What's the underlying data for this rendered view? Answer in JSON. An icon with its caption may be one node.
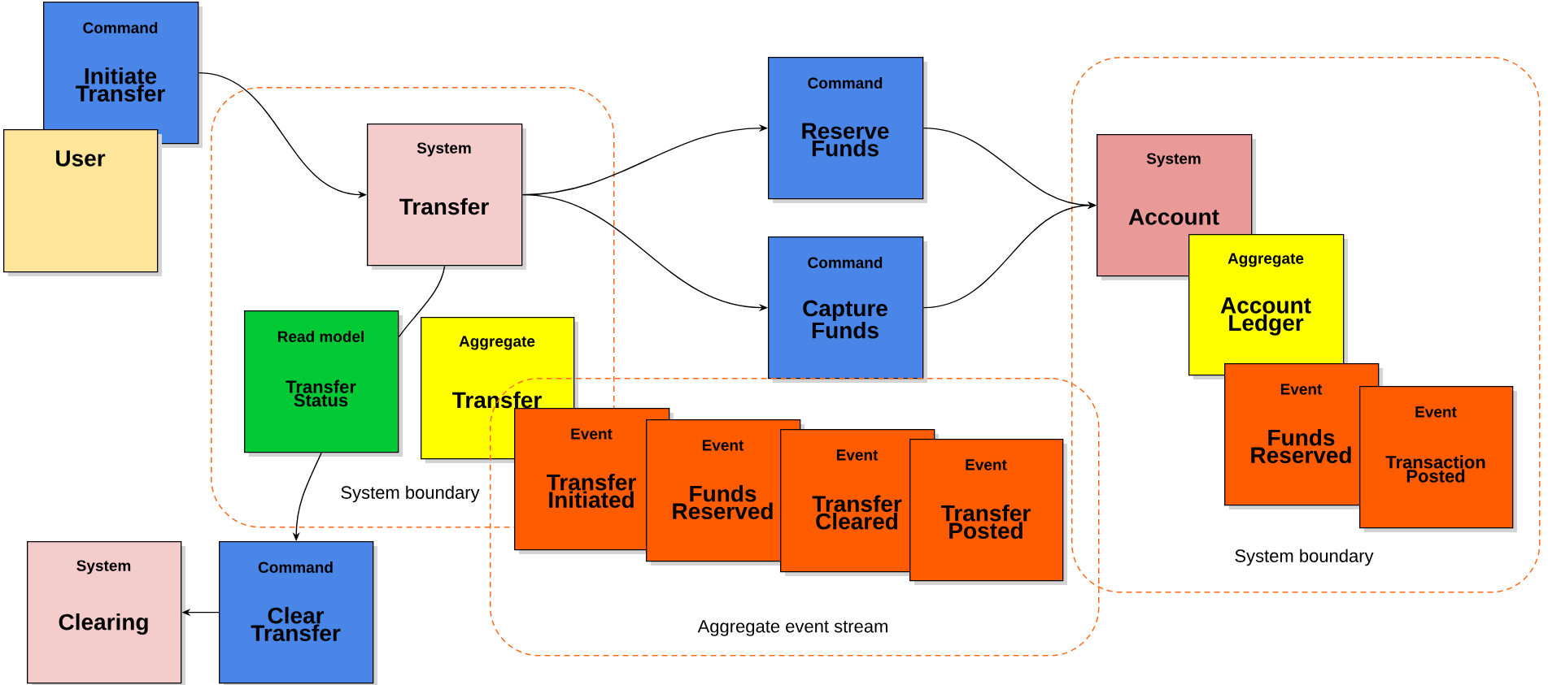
{
  "diagram": {
    "nodes": [
      {
        "text": [
          "Command",
          "Initiate Transfer"
        ]
      },
      {
        "text": [
          "User"
        ]
      },
      {
        "text": [
          "System boundary"
        ]
      },
      {
        "text": [
          "System",
          "Transfer"
        ],
        "in": 2
      },
      {
        "text": [
          "Read model",
          "Transfer Status"
        ],
        "in": 2
      },
      {
        "text": [
          "Aggregate",
          "Transfer"
        ],
        "in": 2
      },
      {
        "text": [
          "Command",
          "Reserve Funds"
        ]
      },
      {
        "text": [
          "Command",
          "Capture Funds"
        ]
      },
      {
        "text": [
          "Aggregate event stream"
        ]
      },
      {
        "text": [
          "Event",
          "Transfer Initiated"
        ],
        "in": 8
      },
      {
        "text": [
          "Event",
          "Funds Reserved"
        ],
        "in": 8
      },
      {
        "text": [
          "Event",
          "Transfer Cleared"
        ],
        "in": 8
      },
      {
        "text": [
          "Event",
          "Transfer Posted"
        ],
        "in": 8
      },
      {
        "text": [
          "System boundary"
        ]
      },
      {
        "text": [
          "System",
          "Account"
        ],
        "in": 13
      },
      {
        "text": [
          "Aggregate",
          "Account Ledger"
        ],
        "in": 13
      },
      {
        "text": [
          "Event",
          "Funds Reserved"
        ],
        "in": 13
      },
      {
        "text": [
          "Event",
          "Transaction Posted"
        ],
        "in": 13
      },
      {
        "text": [
          "Command",
          "Clear Transfer"
        ]
      },
      {
        "text": [
          "System",
          "Clearing"
        ]
      }
    ],
    "edges": [
      {
        "from": 0,
        "to": 3,
        "arrow": "to"
      },
      {
        "from": 3,
        "to": 6,
        "arrow": "to"
      },
      {
        "from": 3,
        "to": 7,
        "arrow": "to"
      },
      {
        "from": 6,
        "to": 14,
        "arrow": "to"
      },
      {
        "from": 7,
        "to": 14,
        "arrow": "to"
      },
      {
        "from": 3,
        "to": 4,
        "arrow": "none"
      },
      {
        "from": 4,
        "to": 18,
        "arrow": "to"
      },
      {
        "from": 18,
        "to": 19,
        "arrow": "to"
      }
    ]
  }
}
